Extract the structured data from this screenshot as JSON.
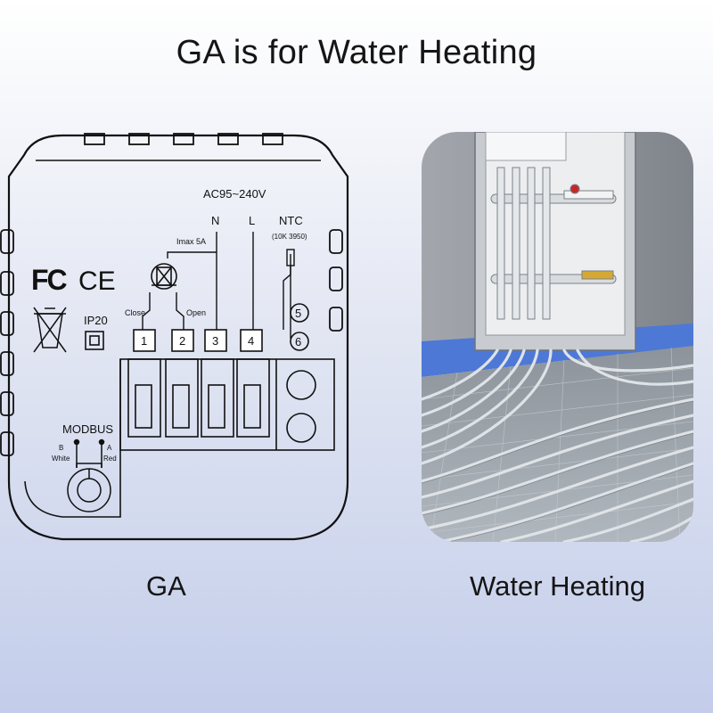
{
  "header": {
    "title": "GA is for Water Heating"
  },
  "diagram": {
    "voltage": "AC95~240V",
    "label_n": "N",
    "label_l": "L",
    "label_ntc": "NTC",
    "ntc_spec": "(10K  3950)",
    "imax": "Imax 5A",
    "close": "Close",
    "open": "Open",
    "terminals": [
      "1",
      "2",
      "3",
      "4"
    ],
    "terminal_5": "5",
    "terminal_6": "6",
    "ip_rating": "IP20",
    "modbus": "MODBUS",
    "modbus_b": "B",
    "modbus_b_color": "White",
    "modbus_a": "A",
    "modbus_a_color": "Red",
    "fc_mark": "FC",
    "ce_mark": "CE"
  },
  "captions": {
    "left": "GA",
    "right": "Water Heating"
  },
  "colors": {
    "background_top": "#ffffff",
    "background_bottom": "#c3cdea",
    "line": "#111111",
    "wall": "#8d9198",
    "baseboard": "#4d78d6",
    "floor": "#9ba2aa",
    "pipe": "#d7dce1"
  }
}
